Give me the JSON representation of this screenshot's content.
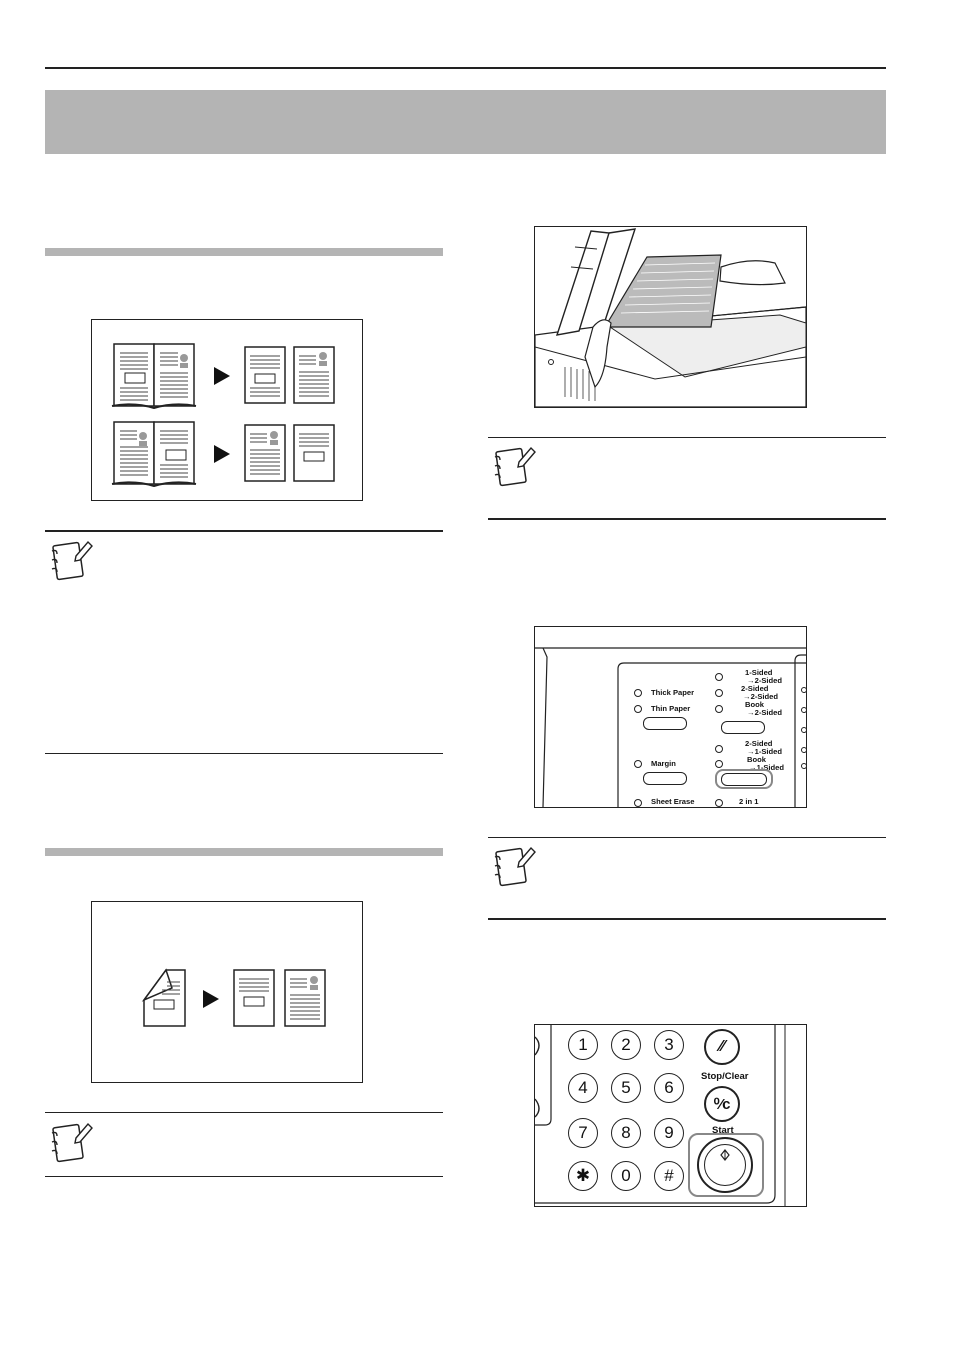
{
  "panel": {
    "thick_paper": "Thick Paper",
    "thin_paper": "Thin Paper",
    "one_to_two_a": "1-Sided",
    "one_to_two_b": "→2-Sided",
    "two_to_two_a": "2-Sided",
    "two_to_two_b": "→2-Sided",
    "book_to_two_a": "Book",
    "book_to_two_b": "→2-Sided",
    "two_to_one_a": "2-Sided",
    "two_to_one_b": "→1-Sided",
    "book_to_one_a": "Book",
    "book_to_one_b": "→1-Sided",
    "margin": "Margin",
    "sheet_erase": "Sheet Erase",
    "two_in_one": "2 in 1"
  },
  "keypad": {
    "keys": [
      "1",
      "2",
      "3",
      "4",
      "5",
      "6",
      "7",
      "8",
      "9",
      "✱",
      "0",
      "#"
    ],
    "stop_clear": "Stop/Clear",
    "start": "Start",
    "reset_glyph": "⁄⁄",
    "clear_glyph": "⁰⁄c"
  }
}
